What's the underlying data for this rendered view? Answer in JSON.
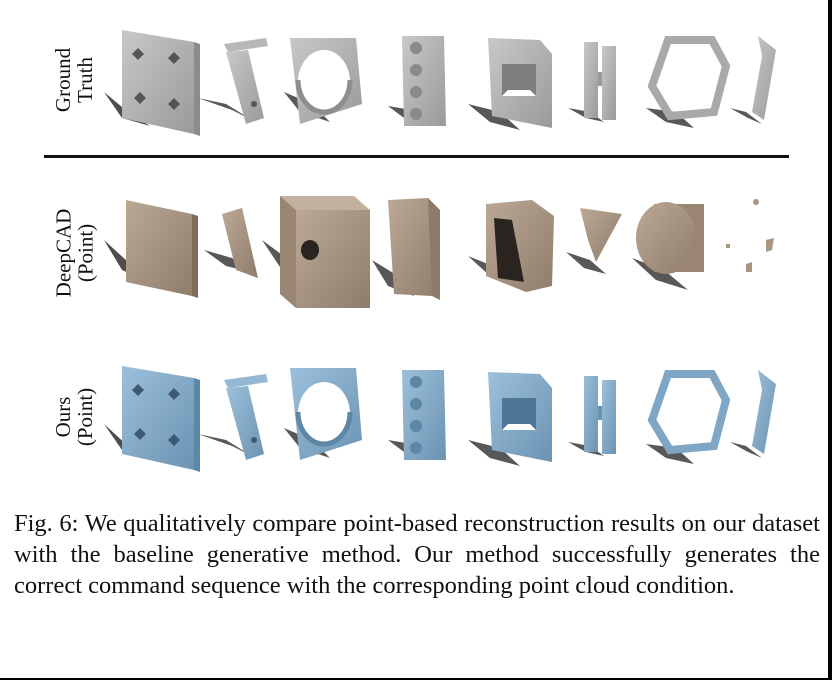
{
  "rows": {
    "ground_truth": {
      "line1": "Ground",
      "line2": "Truth"
    },
    "deepcad": {
      "line1": "DeepCAD",
      "line2": "(Point)"
    },
    "ours": {
      "line1": "Ours",
      "line2": "(Point)"
    }
  },
  "caption": {
    "label": "Fig. 6:",
    "text": "We qualitatively compare point-based reconstruction results on our dataset with the baseline generative method. Our method successfully generates the correct command sequence with the corresponding point cloud condition."
  },
  "colors": {
    "ground_truth": "#a9a9a9",
    "deepcad": "#a89584",
    "ours": "#7fa6c4",
    "shadow": "#2e2e2e"
  }
}
